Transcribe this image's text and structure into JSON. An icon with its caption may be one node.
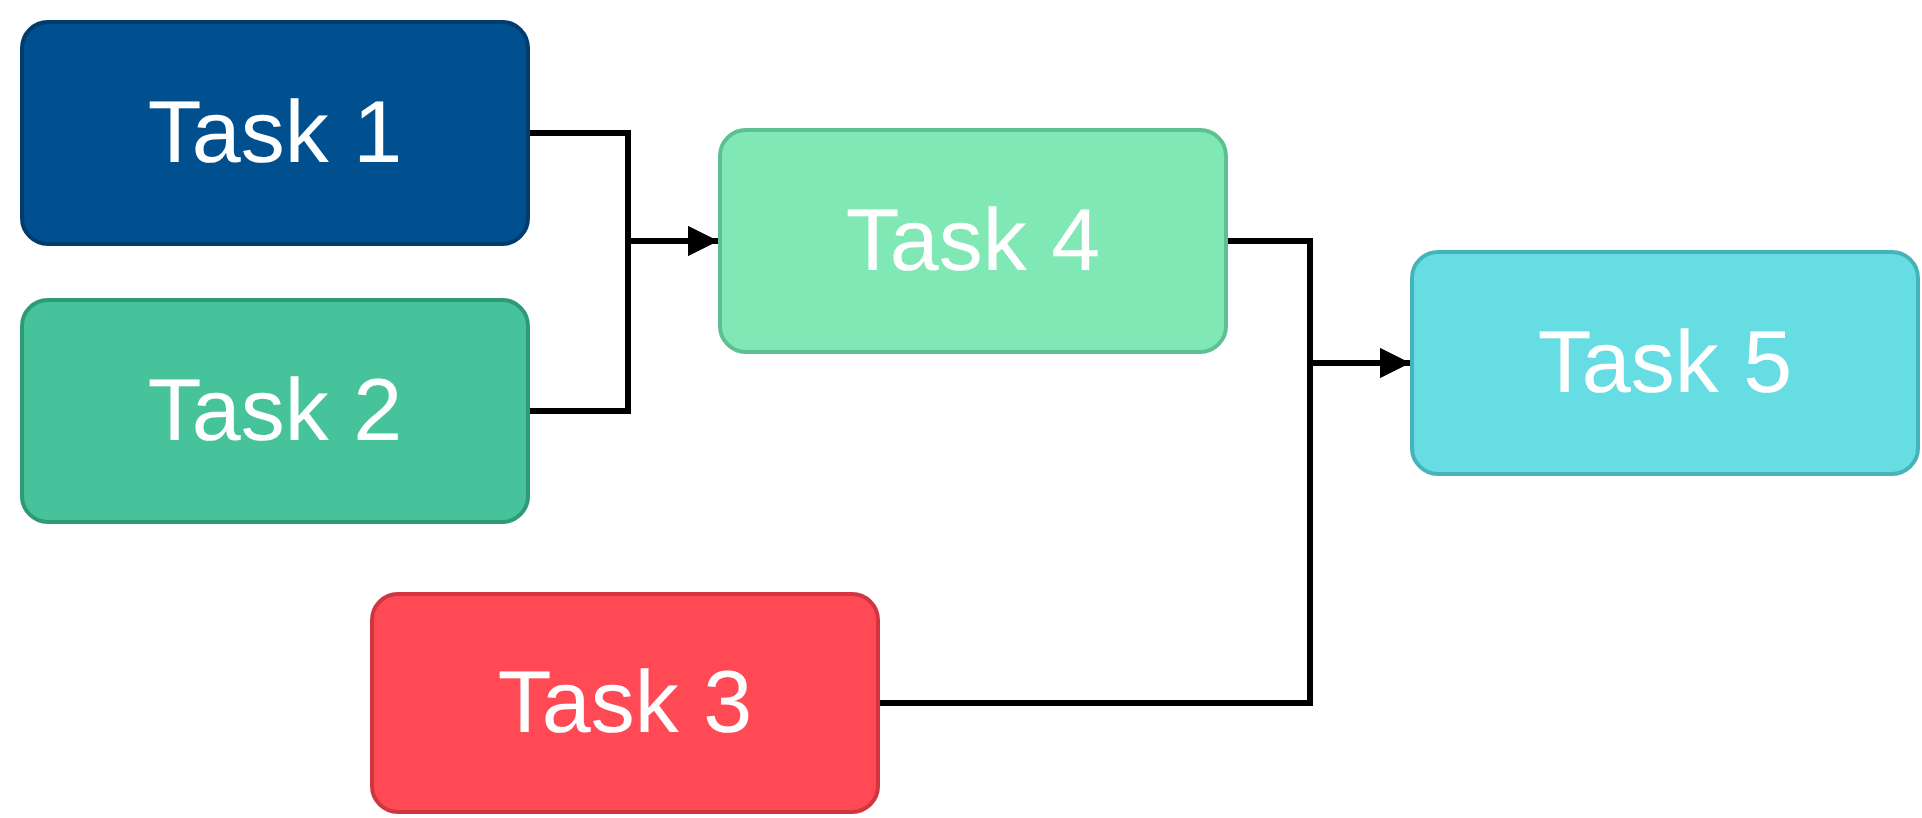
{
  "diagram": {
    "nodes": [
      {
        "text": [
          "Task 1"
        ]
      },
      {
        "text": [
          "Task 2"
        ]
      },
      {
        "text": [
          "Task 4"
        ]
      },
      {
        "text": [
          "Task 5"
        ]
      },
      {
        "text": [
          "Task 3"
        ]
      }
    ],
    "edges": [
      {
        "from": 0,
        "to": 2,
        "arrow": "to"
      },
      {
        "from": 1,
        "to": 2,
        "arrow": "to"
      },
      {
        "from": 2,
        "to": 3,
        "arrow": "to"
      },
      {
        "from": 4,
        "to": 3,
        "arrow": "to"
      }
    ]
  }
}
